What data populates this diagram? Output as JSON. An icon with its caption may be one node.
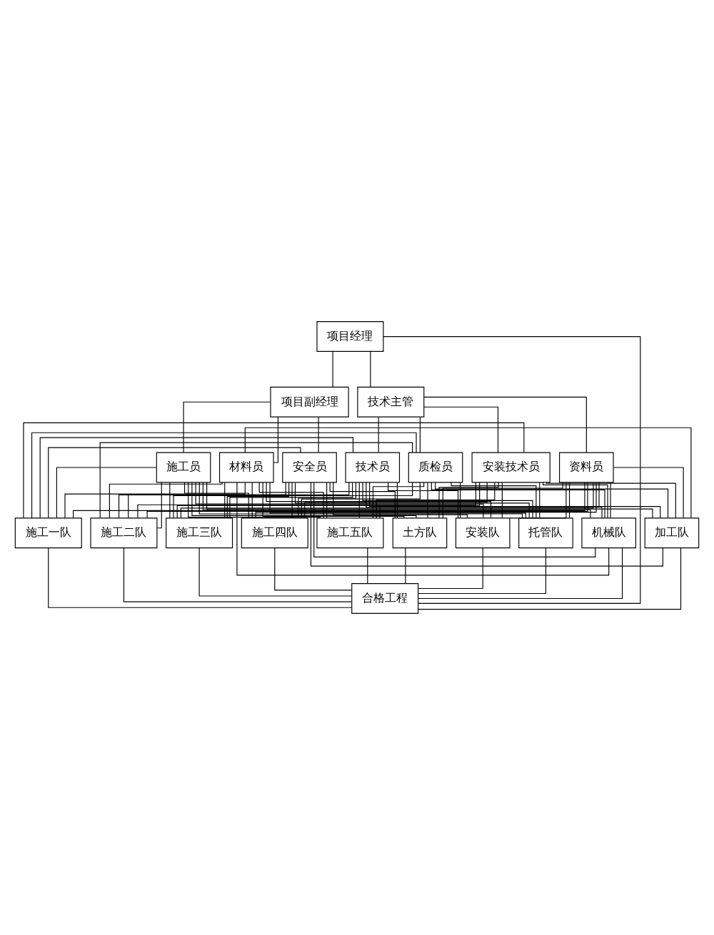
{
  "diagram": {
    "nodes": [
      {
        "text": [
          "项目经理"
        ]
      },
      {
        "text": [
          "项目副经理"
        ]
      },
      {
        "text": [
          "技术主管"
        ]
      },
      {
        "text": [
          "施工员"
        ]
      },
      {
        "text": [
          "材料员"
        ]
      },
      {
        "text": [
          "安全员"
        ]
      },
      {
        "text": [
          "技术员"
        ]
      },
      {
        "text": [
          "质检员"
        ]
      },
      {
        "text": [
          "安装技术员"
        ]
      },
      {
        "text": [
          "资料员"
        ]
      },
      {
        "text": [
          "施工一队"
        ]
      },
      {
        "text": [
          "施工二队"
        ]
      },
      {
        "text": [
          "施工三队"
        ]
      },
      {
        "text": [
          "施工四队"
        ]
      },
      {
        "text": [
          "施工五队"
        ]
      },
      {
        "text": [
          "土方队"
        ]
      },
      {
        "text": [
          "安装队"
        ]
      },
      {
        "text": [
          "托管队"
        ]
      },
      {
        "text": [
          "机械队"
        ]
      },
      {
        "text": [
          "加工队"
        ]
      },
      {
        "text": [
          "合格工程"
        ]
      }
    ],
    "edges": [
      {
        "from": 0,
        "to": 1,
        "arrow": "none"
      },
      {
        "from": 0,
        "to": 2,
        "arrow": "none"
      },
      {
        "from": 1,
        "to": 3,
        "arrow": "none"
      },
      {
        "from": 1,
        "to": 4,
        "arrow": "none"
      },
      {
        "from": 1,
        "to": 5,
        "arrow": "none"
      },
      {
        "from": 2,
        "to": 6,
        "arrow": "none"
      },
      {
        "from": 2,
        "to": 7,
        "arrow": "none"
      },
      {
        "from": 2,
        "to": 8,
        "arrow": "none"
      },
      {
        "from": 2,
        "to": 9,
        "arrow": "none"
      },
      {
        "from": 0,
        "to": 20,
        "arrow": "none"
      },
      {
        "from": 3,
        "to": 10,
        "arrow": "none"
      },
      {
        "from": 3,
        "to": 11,
        "arrow": "none"
      },
      {
        "from": 3,
        "to": 12,
        "arrow": "none"
      },
      {
        "from": 3,
        "to": 13,
        "arrow": "none"
      },
      {
        "from": 3,
        "to": 14,
        "arrow": "none"
      },
      {
        "from": 3,
        "to": 15,
        "arrow": "none"
      },
      {
        "from": 3,
        "to": 16,
        "arrow": "none"
      },
      {
        "from": 3,
        "to": 17,
        "arrow": "none"
      },
      {
        "from": 3,
        "to": 18,
        "arrow": "none"
      },
      {
        "from": 3,
        "to": 19,
        "arrow": "none"
      },
      {
        "from": 4,
        "to": 10,
        "arrow": "none"
      },
      {
        "from": 4,
        "to": 11,
        "arrow": "none"
      },
      {
        "from": 4,
        "to": 12,
        "arrow": "none"
      },
      {
        "from": 4,
        "to": 13,
        "arrow": "none"
      },
      {
        "from": 4,
        "to": 14,
        "arrow": "none"
      },
      {
        "from": 4,
        "to": 15,
        "arrow": "none"
      },
      {
        "from": 4,
        "to": 16,
        "arrow": "none"
      },
      {
        "from": 4,
        "to": 17,
        "arrow": "none"
      },
      {
        "from": 4,
        "to": 18,
        "arrow": "none"
      },
      {
        "from": 4,
        "to": 19,
        "arrow": "none"
      },
      {
        "from": 5,
        "to": 10,
        "arrow": "none"
      },
      {
        "from": 5,
        "to": 11,
        "arrow": "none"
      },
      {
        "from": 5,
        "to": 12,
        "arrow": "none"
      },
      {
        "from": 5,
        "to": 13,
        "arrow": "none"
      },
      {
        "from": 5,
        "to": 14,
        "arrow": "none"
      },
      {
        "from": 5,
        "to": 15,
        "arrow": "none"
      },
      {
        "from": 5,
        "to": 16,
        "arrow": "none"
      },
      {
        "from": 5,
        "to": 17,
        "arrow": "none"
      },
      {
        "from": 5,
        "to": 18,
        "arrow": "none"
      },
      {
        "from": 5,
        "to": 19,
        "arrow": "none"
      },
      {
        "from": 6,
        "to": 10,
        "arrow": "none"
      },
      {
        "from": 6,
        "to": 11,
        "arrow": "none"
      },
      {
        "from": 6,
        "to": 12,
        "arrow": "none"
      },
      {
        "from": 6,
        "to": 13,
        "arrow": "none"
      },
      {
        "from": 6,
        "to": 14,
        "arrow": "none"
      },
      {
        "from": 6,
        "to": 15,
        "arrow": "none"
      },
      {
        "from": 6,
        "to": 16,
        "arrow": "none"
      },
      {
        "from": 6,
        "to": 17,
        "arrow": "none"
      },
      {
        "from": 6,
        "to": 18,
        "arrow": "none"
      },
      {
        "from": 6,
        "to": 19,
        "arrow": "none"
      },
      {
        "from": 7,
        "to": 10,
        "arrow": "none"
      },
      {
        "from": 7,
        "to": 11,
        "arrow": "none"
      },
      {
        "from": 7,
        "to": 12,
        "arrow": "none"
      },
      {
        "from": 7,
        "to": 13,
        "arrow": "none"
      },
      {
        "from": 7,
        "to": 14,
        "arrow": "none"
      },
      {
        "from": 7,
        "to": 15,
        "arrow": "none"
      },
      {
        "from": 7,
        "to": 16,
        "arrow": "none"
      },
      {
        "from": 7,
        "to": 17,
        "arrow": "none"
      },
      {
        "from": 7,
        "to": 18,
        "arrow": "none"
      },
      {
        "from": 7,
        "to": 19,
        "arrow": "none"
      },
      {
        "from": 8,
        "to": 10,
        "arrow": "none"
      },
      {
        "from": 8,
        "to": 11,
        "arrow": "none"
      },
      {
        "from": 8,
        "to": 12,
        "arrow": "none"
      },
      {
        "from": 8,
        "to": 13,
        "arrow": "none"
      },
      {
        "from": 8,
        "to": 14,
        "arrow": "none"
      },
      {
        "from": 8,
        "to": 15,
        "arrow": "none"
      },
      {
        "from": 8,
        "to": 16,
        "arrow": "none"
      },
      {
        "from": 8,
        "to": 17,
        "arrow": "none"
      },
      {
        "from": 8,
        "to": 18,
        "arrow": "none"
      },
      {
        "from": 8,
        "to": 19,
        "arrow": "none"
      },
      {
        "from": 9,
        "to": 10,
        "arrow": "none"
      },
      {
        "from": 9,
        "to": 11,
        "arrow": "none"
      },
      {
        "from": 9,
        "to": 12,
        "arrow": "none"
      },
      {
        "from": 9,
        "to": 13,
        "arrow": "none"
      },
      {
        "from": 9,
        "to": 14,
        "arrow": "none"
      },
      {
        "from": 9,
        "to": 15,
        "arrow": "none"
      },
      {
        "from": 9,
        "to": 16,
        "arrow": "none"
      },
      {
        "from": 9,
        "to": 17,
        "arrow": "none"
      },
      {
        "from": 9,
        "to": 18,
        "arrow": "none"
      },
      {
        "from": 9,
        "to": 19,
        "arrow": "none"
      },
      {
        "from": 10,
        "to": 20,
        "arrow": "none"
      },
      {
        "from": 11,
        "to": 20,
        "arrow": "none"
      },
      {
        "from": 12,
        "to": 20,
        "arrow": "none"
      },
      {
        "from": 13,
        "to": 20,
        "arrow": "none"
      },
      {
        "from": 14,
        "to": 20,
        "arrow": "none"
      },
      {
        "from": 15,
        "to": 20,
        "arrow": "none"
      },
      {
        "from": 16,
        "to": 20,
        "arrow": "none"
      },
      {
        "from": 17,
        "to": 20,
        "arrow": "none"
      },
      {
        "from": 18,
        "to": 20,
        "arrow": "none"
      },
      {
        "from": 19,
        "to": 20,
        "arrow": "none"
      }
    ]
  }
}
